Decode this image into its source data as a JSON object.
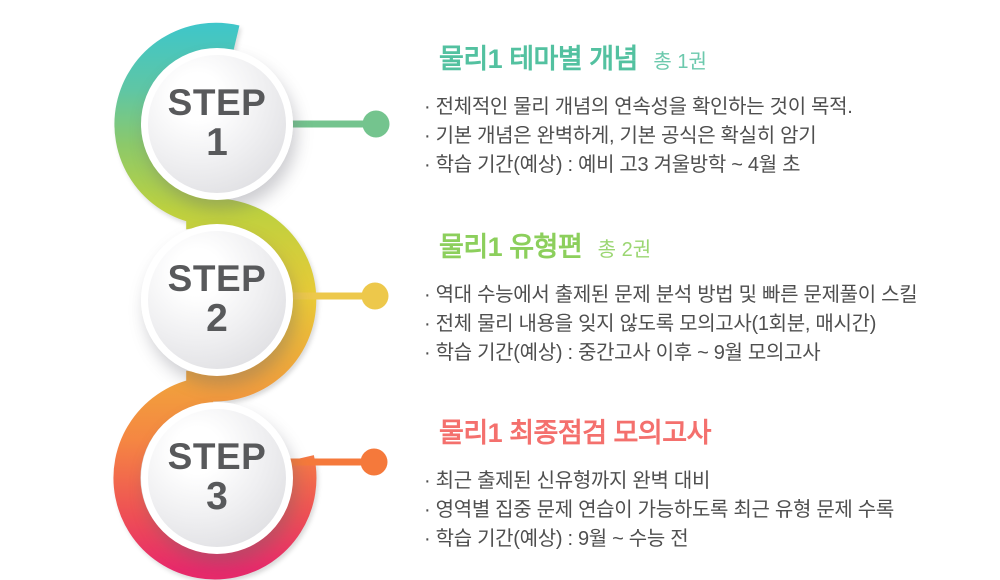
{
  "background_color": "#ffffff",
  "step_text_color": "#58595b",
  "snake_gradient": [
    "#3fc6c9",
    "#5fc6a4",
    "#8cc96a",
    "#bdd13f",
    "#e9ca37",
    "#f0a23c",
    "#f58742",
    "#ee4f55",
    "#e72a6b"
  ],
  "steps": [
    {
      "label": "STEP",
      "number": "1",
      "title": "물리1 테마별 개념",
      "badge": "총 1권",
      "bullets": [
        "· 전체적인 물리 개념의 연속성을 확인하는 것이 목적.",
        "· 기본 개념은 완벽하게, 기본 공식은 확실히 암기",
        "· 학습 기간(예상) : 예비 고3 겨울방학 ~ 4월 초"
      ],
      "colors": {
        "title": "#53c1a0",
        "badge": "#6cc9ad",
        "connector": "#74c48e"
      }
    },
    {
      "label": "STEP",
      "number": "2",
      "title": "물리1 유형편",
      "badge": "총 2권",
      "bullets": [
        "· 역대 수능에서 출제된 문제 분석 방법 및 빠른 문제풀이 스킬",
        "· 전체 물리 내용을 잊지 않도록 모의고사(1회분, 매시간)",
        "· 학습 기간(예상) : 중간고사 이후 ~ 9월 모의고사"
      ],
      "colors": {
        "title": "#8ccf5c",
        "badge": "#9bd672",
        "connector": "#edc84b"
      }
    },
    {
      "label": "STEP",
      "number": "3",
      "title": "물리1 최종점검 모의고사",
      "badge": "",
      "bullets": [
        "· 최근 출제된 신유형까지 완벽 대비",
        "· 영역별 집중 문제 연습이 가능하도록 최근 유형 문제 수록",
        "·  학습 기간(예상) : 9월 ~ 수능 전"
      ],
      "colors": {
        "title": "#f4706d",
        "badge": "",
        "connector": "#f5793b"
      }
    }
  ]
}
